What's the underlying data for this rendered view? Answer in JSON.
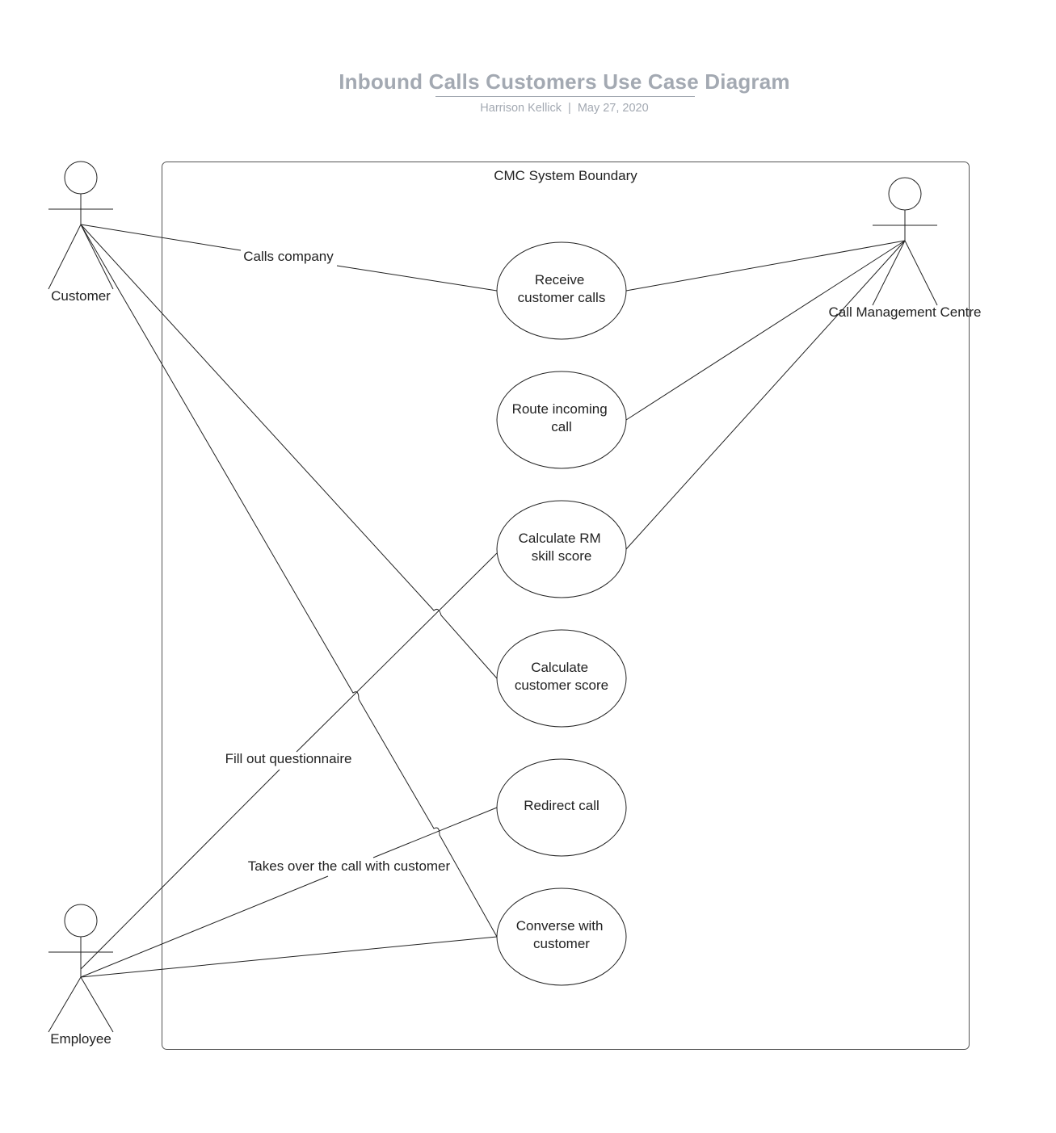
{
  "header": {
    "title": "Inbound Calls Customers Use Case Diagram",
    "author": "Harrison Kellick",
    "separator": "|",
    "date": "May 27, 2020"
  },
  "boundary": {
    "label": "CMC System Boundary"
  },
  "actors": {
    "customer": "Customer",
    "call_centre": "Call Management Centre",
    "employee": "Employee"
  },
  "use_cases": {
    "receive": [
      "Receive",
      "customer calls"
    ],
    "route": [
      "Route incoming",
      "call"
    ],
    "rm_score": [
      "Calculate RM",
      "skill score"
    ],
    "cust_score": [
      "Calculate",
      "customer score"
    ],
    "redirect": [
      "Redirect call"
    ],
    "converse": [
      "Converse with",
      "customer"
    ]
  },
  "association_labels": {
    "calls_company": "Calls company",
    "questionnaire": "Fill out questionnaire",
    "takes_over": "Takes over the call with customer"
  },
  "colors": {
    "line": "#222222",
    "title": "#a3a9b2",
    "boundary": "#555555"
  }
}
